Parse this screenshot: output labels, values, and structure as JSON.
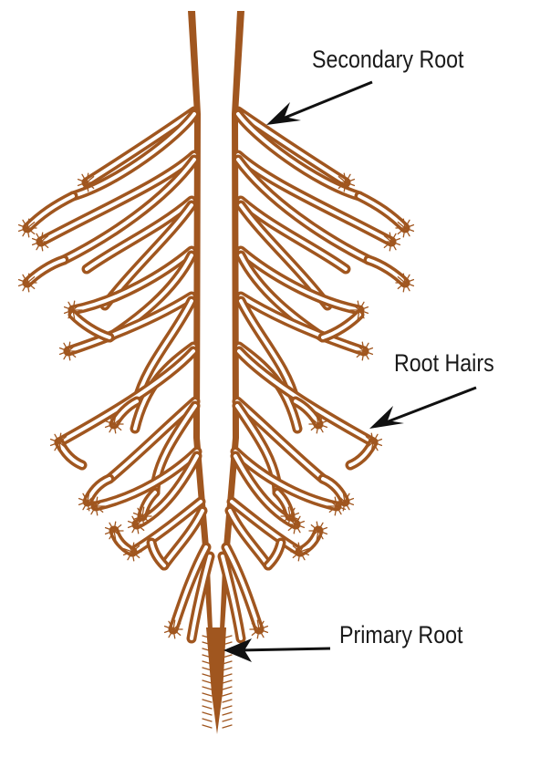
{
  "labels": {
    "secondary_root": "Secondary Root",
    "root_hairs": "Root Hairs",
    "primary_root": "Primary Root"
  },
  "colors": {
    "root": "#a0561f",
    "root_inner": "#ffffff",
    "arrow": "#111111",
    "text": "#1a1a1a"
  }
}
